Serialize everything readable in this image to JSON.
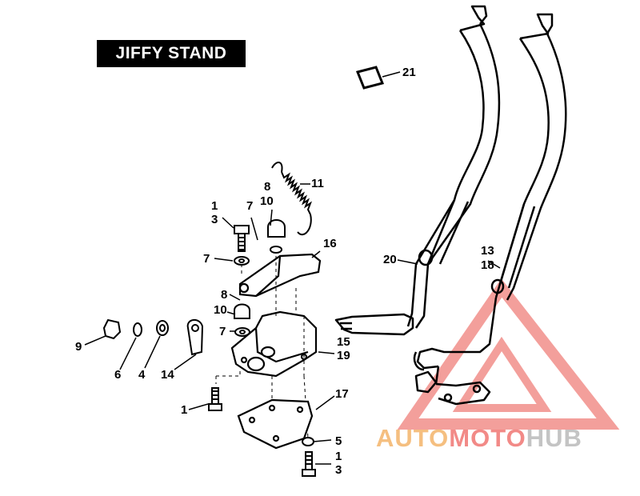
{
  "title": "JIFFY STAND",
  "parts": [
    {
      "id": "p21",
      "text": "21"
    },
    {
      "id": "p11",
      "text": "11"
    },
    {
      "id": "p8a",
      "text": "8"
    },
    {
      "id": "p10a",
      "text": "10"
    },
    {
      "id": "p1a",
      "text": "1"
    },
    {
      "id": "p3a",
      "text": "3"
    },
    {
      "id": "p7a",
      "text": "7"
    },
    {
      "id": "p7b",
      "text": "7"
    },
    {
      "id": "p16",
      "text": "16"
    },
    {
      "id": "p20",
      "text": "20"
    },
    {
      "id": "p13",
      "text": "13"
    },
    {
      "id": "p18",
      "text": "18"
    },
    {
      "id": "p8b",
      "text": "8"
    },
    {
      "id": "p10b",
      "text": "10"
    },
    {
      "id": "p7c",
      "text": "7"
    },
    {
      "id": "p9",
      "text": "9"
    },
    {
      "id": "p6",
      "text": "6"
    },
    {
      "id": "p4",
      "text": "4"
    },
    {
      "id": "p14",
      "text": "14"
    },
    {
      "id": "p15",
      "text": "15"
    },
    {
      "id": "p19",
      "text": "19"
    },
    {
      "id": "p1b",
      "text": "1"
    },
    {
      "id": "p17",
      "text": "17"
    },
    {
      "id": "p5",
      "text": "5"
    },
    {
      "id": "p1c",
      "text": "1"
    },
    {
      "id": "p3c",
      "text": "3"
    }
  ],
  "watermark": {
    "part1": "AUTO",
    "part2": "MOTO",
    "part3": "HUB"
  }
}
